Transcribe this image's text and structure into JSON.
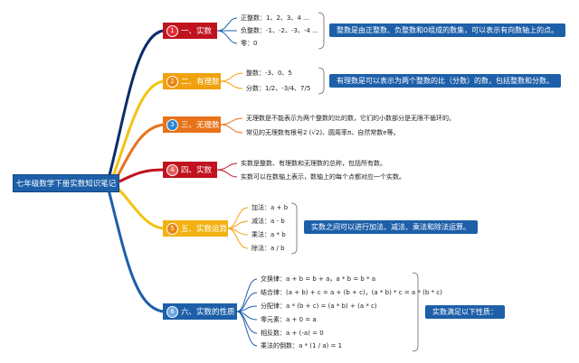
{
  "root": "七年级数学下册实数知识笔记",
  "branches": [
    {
      "num": "1",
      "label": "一、实数",
      "color": "#c0131f",
      "num_color": "#e22b33",
      "leaves": [
        "正整数：1、2、3、4 ...",
        "负整数：-1、-2、-3、-4 ...",
        "零：0"
      ],
      "summary": "整数是由正整数、负整数和0组成的数集，可以表示有向数轴上的点。"
    },
    {
      "num": "2",
      "label": "二、有理数",
      "color": "#f2a10e",
      "num_color": "#e8850f",
      "leaves": [
        "整数：-3、0、5",
        "分数：1/2、-3/4、7/5"
      ],
      "summary": "有理数是可以表示为两个整数的比（分数）的数，包括整数和分数。"
    },
    {
      "num": "3",
      "label": "三、无理数",
      "color": "#e8731a",
      "num_color": "#2a86d1",
      "leaves": [
        "无理数是不能表示为两个整数的比的数，它们的小数部分是无限不循环的。",
        "常见的无理数有根号2 (√2)、圆周率π、自然常数e等。"
      ],
      "summary": ""
    },
    {
      "num": "4",
      "label": "四、实数",
      "color": "#c0131f",
      "num_color": "#e45d5d",
      "leaves": [
        "实数是整数、有理数和无理数的总称，包括所有数。",
        "实数可以在数轴上表示，数轴上的每个点都对应一个实数。"
      ],
      "summary": ""
    },
    {
      "num": "5",
      "label": "五、实数运算",
      "color": "#f2b211",
      "num_color": "#e8850f",
      "leaves": [
        "加法：a + b",
        "减法：a - b",
        "乘法：a * b",
        "除法：a / b"
      ],
      "summary": "实数之间可以进行加法、减法、乘法和除法运算。"
    },
    {
      "num": "6",
      "label": "六、实数的性质",
      "color": "#1d5fa8",
      "num_color": "#6aa7df",
      "leaves": [
        "交换律：a + b = b + a，a * b = b * a",
        "结合律：(a + b) + c = a + (b + c)，(a * b) * c = a * (b * c)",
        "分配律：a * (b + c) = (a * b) + (a * c)",
        "零元素：a + 0 = a",
        "相反数：a + (-a) = 0",
        "乘法的倒数：a * (1 / a) = 1"
      ],
      "summary": "实数满足以下性质："
    }
  ]
}
